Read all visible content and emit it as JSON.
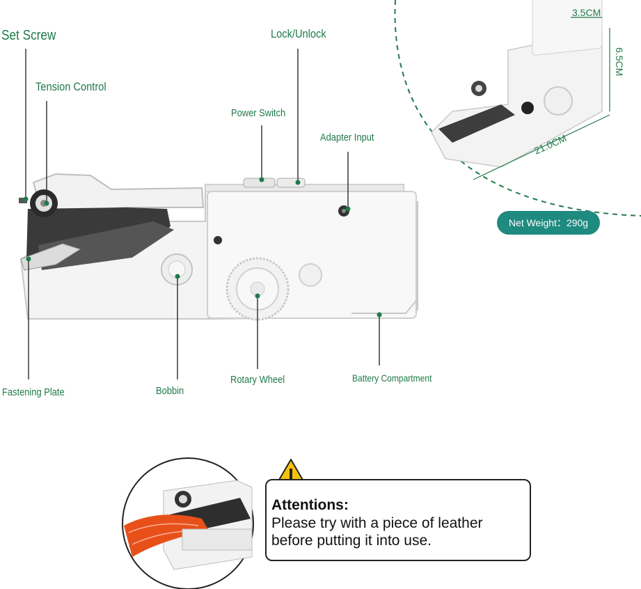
{
  "labels": {
    "set_screw": "Set Screw",
    "tension_control": "Tension Control",
    "lock_unlock": "Lock/Unlock",
    "power_switch": "Power Switch",
    "adapter_input": "Adapter Input",
    "fastening_plate": "Fastening Plate",
    "bobbin": "Bobbin",
    "rotary_wheel": "Rotary Wheel",
    "battery_compartment": "Battery Compartment"
  },
  "dimensions": {
    "width": "3.5CM",
    "height": "6.5CM",
    "length": "21.0CM"
  },
  "weight": "Net Weight：290g",
  "attention": {
    "title": "Attentions:",
    "line1": "Please try with a piece of leather",
    "line2": "before putting it into use."
  },
  "colors": {
    "label_green": "#1f7a4a",
    "pill_teal": "#1f8a80",
    "warning_yellow": "#f4c20d",
    "fabric_orange": "#e8501a"
  }
}
